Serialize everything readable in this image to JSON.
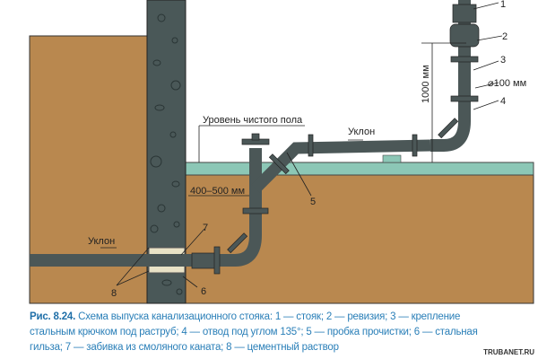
{
  "diagram": {
    "labels": {
      "floor_level": "Уровень чистого пола",
      "slope_upper": "Уклон",
      "slope_lower": "Уклон",
      "distance": "400–500 мм",
      "height": "1000 мм",
      "diameter": "⌀100 мм",
      "n1": "1",
      "n2": "2",
      "n3": "3",
      "n4": "4",
      "n5": "5",
      "n6": "6",
      "n7": "7",
      "n8": "8"
    },
    "colors": {
      "ground": "#b9884f",
      "pipe": "#4b5757",
      "floor": "#8cc7b6",
      "wall": "#4a5858"
    }
  },
  "caption": {
    "figure": "Рис. 8.24.",
    "text": "Схема выпуска канализационного стояка: 1 — стояк; 2 — ревизия; 3 — крепление стальным крючком под раструб; 4 — отвод под углом 135°; 5 — пробка прочистки; 6 — стальная гильза; 7 — забивка из смоляного каната; 8 — цементный раствор"
  },
  "watermark": "TRUBANET.RU"
}
